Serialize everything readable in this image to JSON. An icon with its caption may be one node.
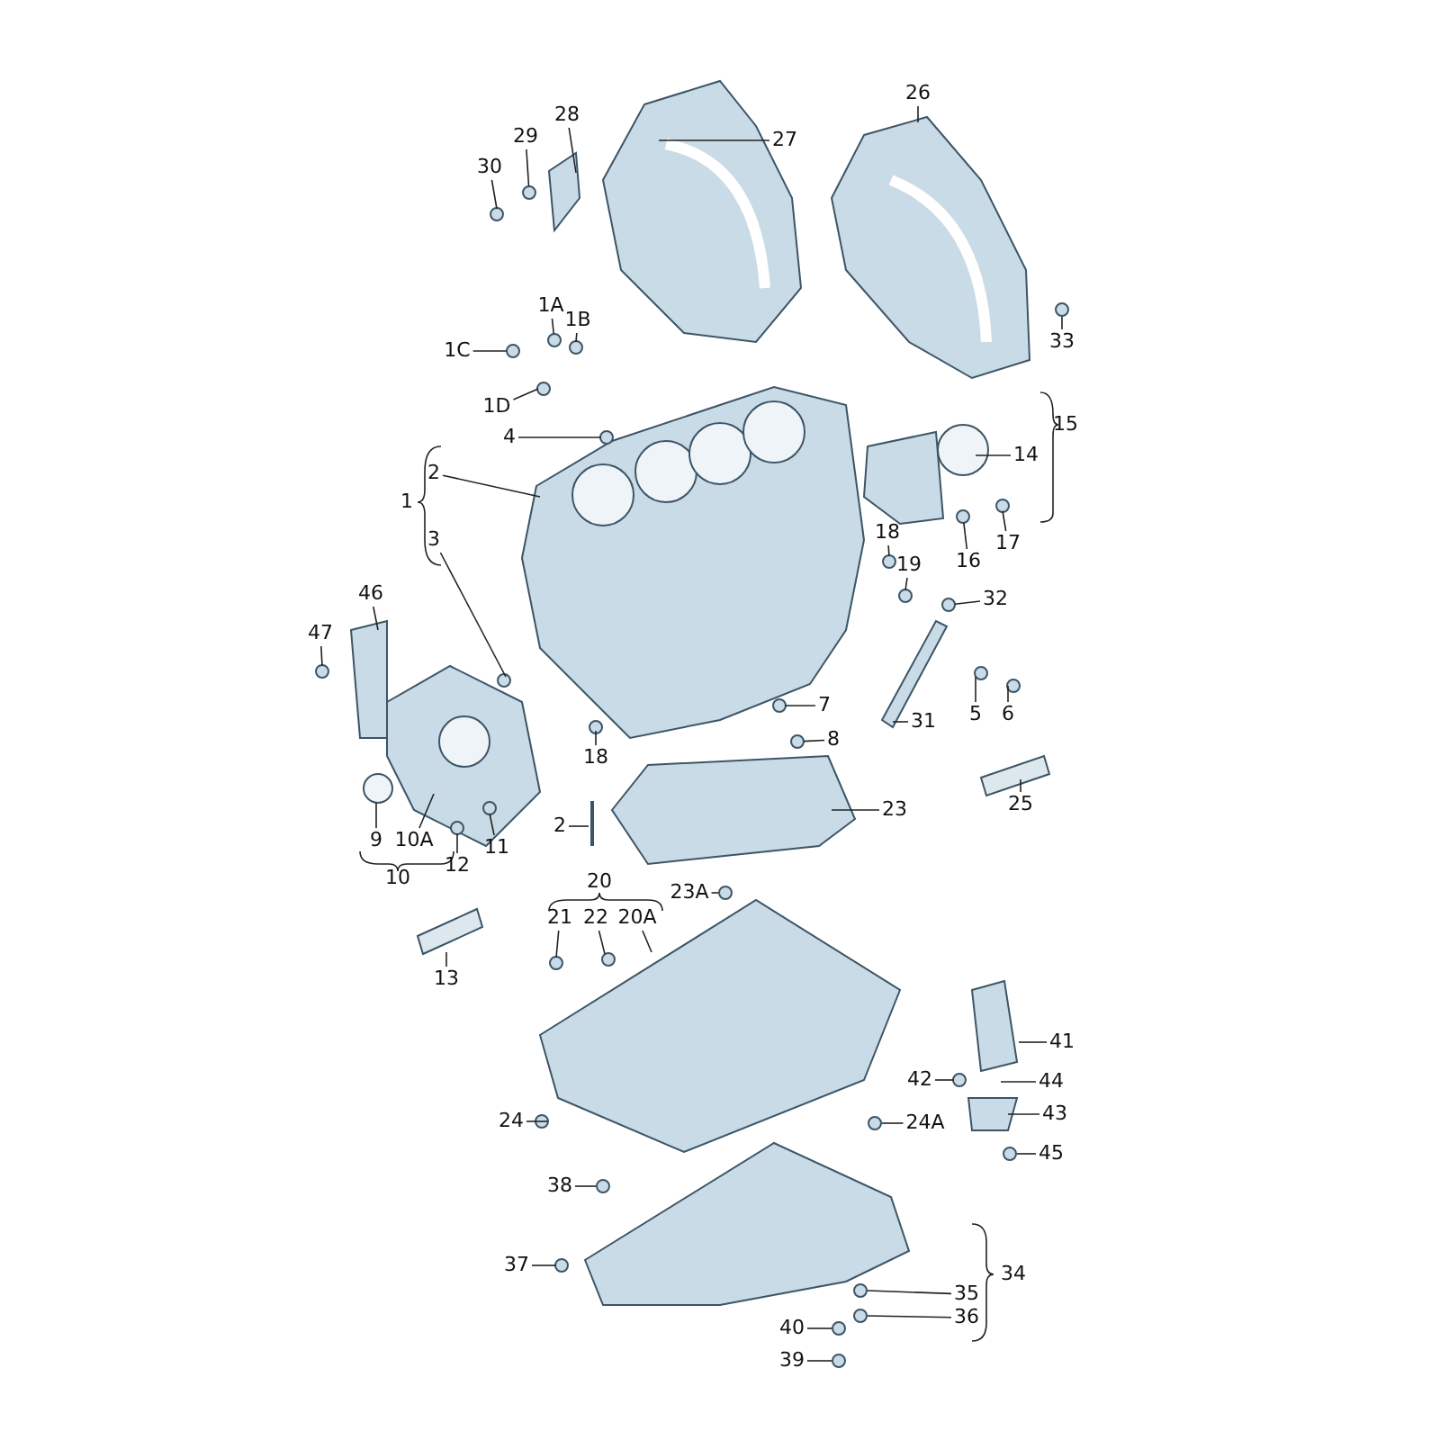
{
  "diagram": {
    "nodes": [
      {
        "text": [
          "28"
        ]
      },
      {
        "text": [
          "29"
        ]
      },
      {
        "text": [
          "30"
        ]
      },
      {
        "text": [
          "27"
        ]
      },
      {
        "text": [
          "26"
        ]
      },
      {
        "text": [
          "1A"
        ]
      },
      {
        "text": [
          "1B"
        ]
      },
      {
        "text": [
          "1C"
        ]
      },
      {
        "text": [
          "1D"
        ]
      },
      {
        "text": [
          "33"
        ]
      },
      {
        "text": [
          "4"
        ]
      },
      {
        "text": [
          "14"
        ]
      },
      {
        "text": [
          "2"
        ]
      },
      {
        "text": [
          "3"
        ]
      },
      {
        "text": [
          "18"
        ]
      },
      {
        "text": [
          "17"
        ]
      },
      {
        "text": [
          "16"
        ]
      },
      {
        "text": [
          "19"
        ]
      },
      {
        "text": [
          "32"
        ]
      },
      {
        "text": [
          "46"
        ]
      },
      {
        "text": [
          "47"
        ]
      },
      {
        "text": [
          "7"
        ]
      },
      {
        "text": [
          "8"
        ]
      },
      {
        "text": [
          "5"
        ]
      },
      {
        "text": [
          "6"
        ]
      },
      {
        "text": [
          "31"
        ]
      },
      {
        "text": [
          "18"
        ]
      },
      {
        "text": [
          "25"
        ]
      },
      {
        "text": [
          "2"
        ]
      },
      {
        "text": [
          "23"
        ]
      },
      {
        "text": [
          "9"
        ]
      },
      {
        "text": [
          "10A"
        ]
      },
      {
        "text": [
          "11"
        ]
      },
      {
        "text": [
          "12"
        ]
      },
      {
        "text": [
          "23A"
        ]
      },
      {
        "text": [
          "21"
        ]
      },
      {
        "text": [
          "22"
        ]
      },
      {
        "text": [
          "20A"
        ]
      },
      {
        "text": [
          "13"
        ]
      },
      {
        "text": [
          "41"
        ]
      },
      {
        "text": [
          "42"
        ]
      },
      {
        "text": [
          "44"
        ]
      },
      {
        "text": [
          "43"
        ]
      },
      {
        "text": [
          "45"
        ]
      },
      {
        "text": [
          "24"
        ]
      },
      {
        "text": [
          "24A"
        ]
      },
      {
        "text": [
          "38"
        ]
      },
      {
        "text": [
          "37"
        ]
      },
      {
        "text": [
          "35"
        ]
      },
      {
        "text": [
          "36"
        ]
      },
      {
        "text": [
          "40"
        ]
      },
      {
        "text": [
          "39"
        ]
      },
      {
        "text": [],
        "shape": "circle"
      },
      {
        "text": [],
        "shape": "circle"
      },
      {
        "text": [],
        "shape": "circle"
      },
      {
        "text": [],
        "shape": "circle"
      },
      {
        "text": [],
        "shape": "circle"
      },
      {
        "text": [],
        "shape": "circle"
      }
    ],
    "edges": [
      {
        "from": 0,
        "to": null,
        "arrow": "none"
      },
      {
        "from": 1,
        "to": 52,
        "arrow": "none"
      },
      {
        "from": 2,
        "to": null,
        "arrow": "none"
      },
      {
        "from": 3,
        "to": null,
        "arrow": "none"
      },
      {
        "from": 4,
        "to": null,
        "arrow": "none"
      },
      {
        "from": 5,
        "to": 53,
        "arrow": "none"
      },
      {
        "from": 6,
        "to": null,
        "arrow": "none"
      },
      {
        "from": 7,
        "to": 54,
        "arrow": "none"
      },
      {
        "from": 8,
        "to": null,
        "arrow": "none"
      },
      {
        "from": 9,
        "to": null,
        "arrow": "none"
      },
      {
        "from": 10,
        "to": null,
        "arrow": "none"
      },
      {
        "from": 11,
        "to": null,
        "arrow": "none"
      },
      {
        "from": 12,
        "to": null,
        "arrow": "none"
      },
      {
        "from": 13,
        "to": null,
        "arrow": "none"
      },
      {
        "from": 14,
        "to": null,
        "arrow": "none"
      },
      {
        "from": 15,
        "to": null,
        "arrow": "none"
      },
      {
        "from": 16,
        "to": 55,
        "arrow": "none"
      },
      {
        "from": 17,
        "to": null,
        "arrow": "none"
      },
      {
        "from": 18,
        "to": 56,
        "arrow": "none"
      },
      {
        "from": 19,
        "to": null,
        "arrow": "none"
      },
      {
        "from": 20,
        "to": null,
        "arrow": "none"
      },
      {
        "from": 21,
        "to": null,
        "arrow": "none"
      },
      {
        "from": 22,
        "to": 57,
        "arrow": "none"
      },
      {
        "from": 23,
        "to": null,
        "arrow": "none"
      },
      {
        "from": 24,
        "to": null,
        "arrow": "none"
      },
      {
        "from": 25,
        "to": null,
        "arrow": "none"
      },
      {
        "from": 26,
        "to": null,
        "arrow": "none"
      },
      {
        "from": 27,
        "to": null,
        "arrow": "none"
      },
      {
        "from": 28,
        "to": null,
        "arrow": "none"
      },
      {
        "from": 29,
        "to": null,
        "arrow": "none"
      },
      {
        "from": 30,
        "to": null,
        "arrow": "none"
      },
      {
        "from": 31,
        "to": null,
        "arrow": "none"
      },
      {
        "from": 32,
        "to": null,
        "arrow": "none"
      },
      {
        "from": 33,
        "to": null,
        "arrow": "none"
      },
      {
        "from": 34,
        "to": null,
        "arrow": "none"
      },
      {
        "from": 35,
        "to": null,
        "arrow": "none"
      },
      {
        "from": 36,
        "to": null,
        "arrow": "none"
      },
      {
        "from": 37,
        "to": null,
        "arrow": "none"
      },
      {
        "from": 38,
        "to": null,
        "arrow": "none"
      },
      {
        "from": 39,
        "to": null,
        "arrow": "none"
      },
      {
        "from": 40,
        "to": null,
        "arrow": "none"
      },
      {
        "from": 41,
        "to": null,
        "arrow": "none"
      },
      {
        "from": 42,
        "to": null,
        "arrow": "none"
      },
      {
        "from": 43,
        "to": null,
        "arrow": "none"
      },
      {
        "from": 44,
        "to": null,
        "arrow": "none"
      },
      {
        "from": 45,
        "to": null,
        "arrow": "none"
      },
      {
        "from": 46,
        "to": null,
        "arrow": "none"
      },
      {
        "from": 47,
        "to": null,
        "arrow": "none"
      },
      {
        "from": 48,
        "to": null,
        "arrow": "none"
      },
      {
        "from": 49,
        "to": null,
        "arrow": "none"
      },
      {
        "from": 50,
        "to": null,
        "arrow": "none"
      },
      {
        "from": 51,
        "to": null,
        "arrow": "none"
      }
    ],
    "labels": [
      "1",
      "15",
      "10",
      "20",
      "34"
    ]
  }
}
